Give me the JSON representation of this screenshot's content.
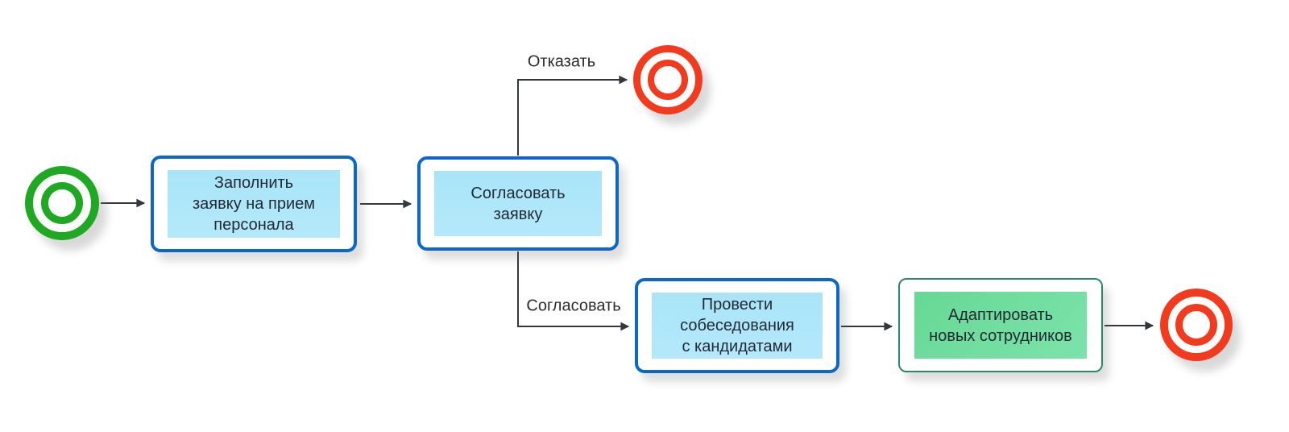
{
  "diagram": {
    "type": "bpmn-process-flow",
    "background": "#ffffff",
    "colors": {
      "task_border": "#0b68c9",
      "task_fill": "#aee6f8",
      "task_text": "#212a34",
      "green_task_border": "#2b8a66",
      "green_task_fill": "#72dfa0",
      "start_event": "#1fa821",
      "end_event": "#f23b1e",
      "connector": "#33373e",
      "edge_label_text": "#2c2c2c"
    },
    "nodes": {
      "start_event": {
        "type": "start-event"
      },
      "task_fill_request": {
        "type": "task",
        "lines": [
          "Заполнить",
          "заявку на прием",
          "персонала"
        ]
      },
      "task_approve_request": {
        "type": "task",
        "lines": [
          "Согласовать",
          "заявку"
        ]
      },
      "task_conduct_interviews": {
        "type": "task",
        "lines": [
          "Провести",
          "собеседования",
          "с кандидатами"
        ]
      },
      "task_onboard_employees": {
        "type": "task",
        "lines": [
          "Адаптировать",
          "новых сотрудников"
        ]
      },
      "end_event_rejected": {
        "type": "end-event"
      },
      "end_event_completed": {
        "type": "end-event"
      }
    },
    "edges": [
      {
        "from": "start_event",
        "to": "task_fill_request",
        "label": ""
      },
      {
        "from": "task_fill_request",
        "to": "task_approve_request",
        "label": ""
      },
      {
        "from": "task_approve_request",
        "to": "end_event_rejected",
        "label": "Отказать"
      },
      {
        "from": "task_approve_request",
        "to": "task_conduct_interviews",
        "label": "Согласовать"
      },
      {
        "from": "task_conduct_interviews",
        "to": "task_onboard_employees",
        "label": ""
      },
      {
        "from": "task_onboard_employees",
        "to": "end_event_completed",
        "label": ""
      }
    ]
  }
}
